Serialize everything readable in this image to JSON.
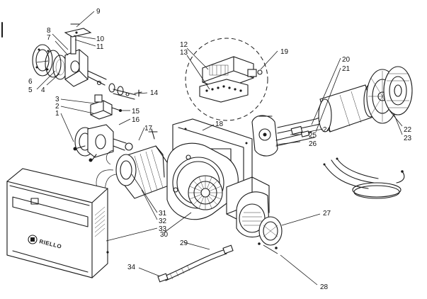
{
  "brand_label": "RIELLO",
  "part_numbers": [
    "1",
    "2",
    "3",
    "4",
    "5",
    "6",
    "7",
    "8",
    "9",
    "10",
    "11",
    "12",
    "13",
    "14",
    "15",
    "16",
    "17",
    "18",
    "19",
    "20",
    "21",
    "22",
    "23",
    "24",
    "25",
    "26",
    "27",
    "28",
    "29",
    "30",
    "31",
    "32",
    "33",
    "34"
  ]
}
